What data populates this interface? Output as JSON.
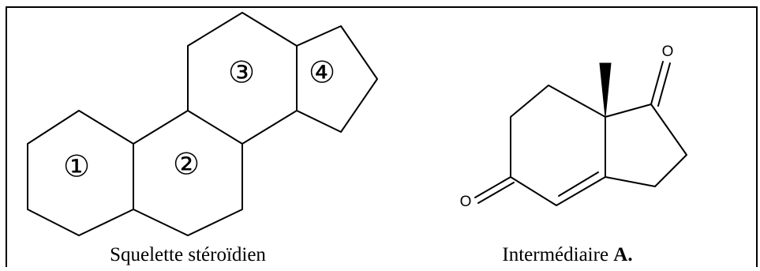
{
  "skeleton": {
    "caption": "Squelette stéroïdien",
    "ring_labels": [
      "①",
      "②",
      "③",
      "④"
    ]
  },
  "intermediate": {
    "caption_prefix": "Intermédiaire ",
    "caption_bold": "A.",
    "atom_labels": [
      "O",
      "O"
    ]
  }
}
